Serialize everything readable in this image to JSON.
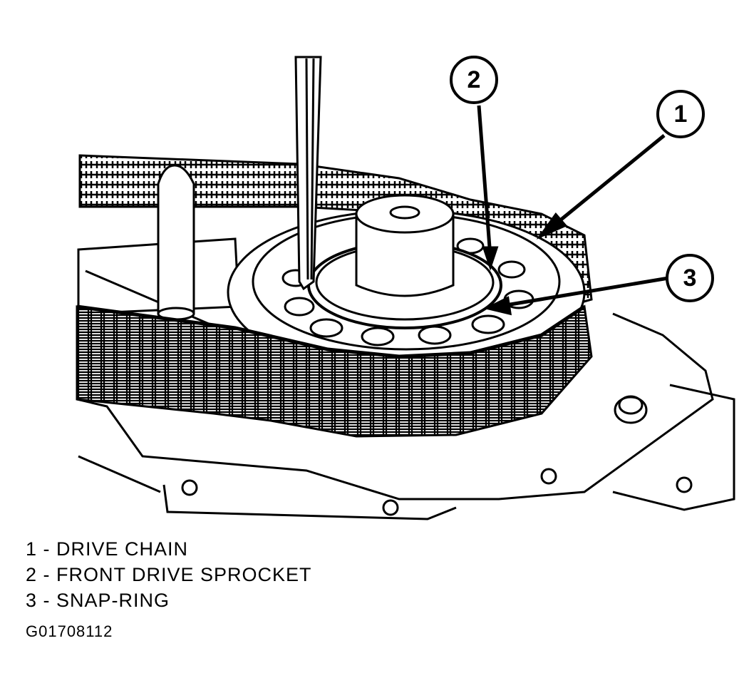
{
  "callouts": [
    {
      "number": "1"
    },
    {
      "number": "2"
    },
    {
      "number": "3"
    }
  ],
  "legend": [
    {
      "number": "1",
      "text": "1 - DRIVE CHAIN"
    },
    {
      "number": "2",
      "text": "2 - FRONT DRIVE SPROCKET"
    },
    {
      "number": "3",
      "text": "3 - SNAP-RING"
    }
  ],
  "figure_id": "G01708112",
  "colors": {
    "ink": "#000000",
    "paper": "#ffffff"
  }
}
